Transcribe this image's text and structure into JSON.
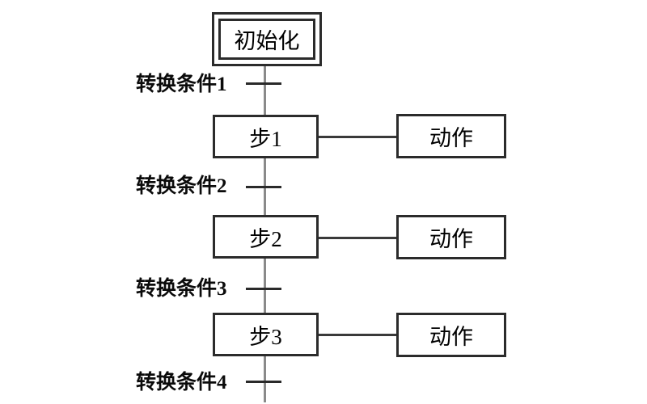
{
  "diagram": {
    "type": "sequential-function-chart",
    "initial_step": "初始化",
    "transitions": [
      {
        "label": "转换条件1"
      },
      {
        "label": "转换条件2"
      },
      {
        "label": "转换条件3"
      },
      {
        "label": "转换条件4"
      }
    ],
    "steps": [
      {
        "label": "步1",
        "action": "动作"
      },
      {
        "label": "步2",
        "action": "动作"
      },
      {
        "label": "步3",
        "action": "动作"
      }
    ],
    "colors": {
      "background": "#ffffff",
      "box_border": "#2b2b2b",
      "flow_line": "#8a8a8a",
      "tick": "#2a2a2a",
      "connector": "#3a3a3a",
      "text": "#000000"
    }
  }
}
